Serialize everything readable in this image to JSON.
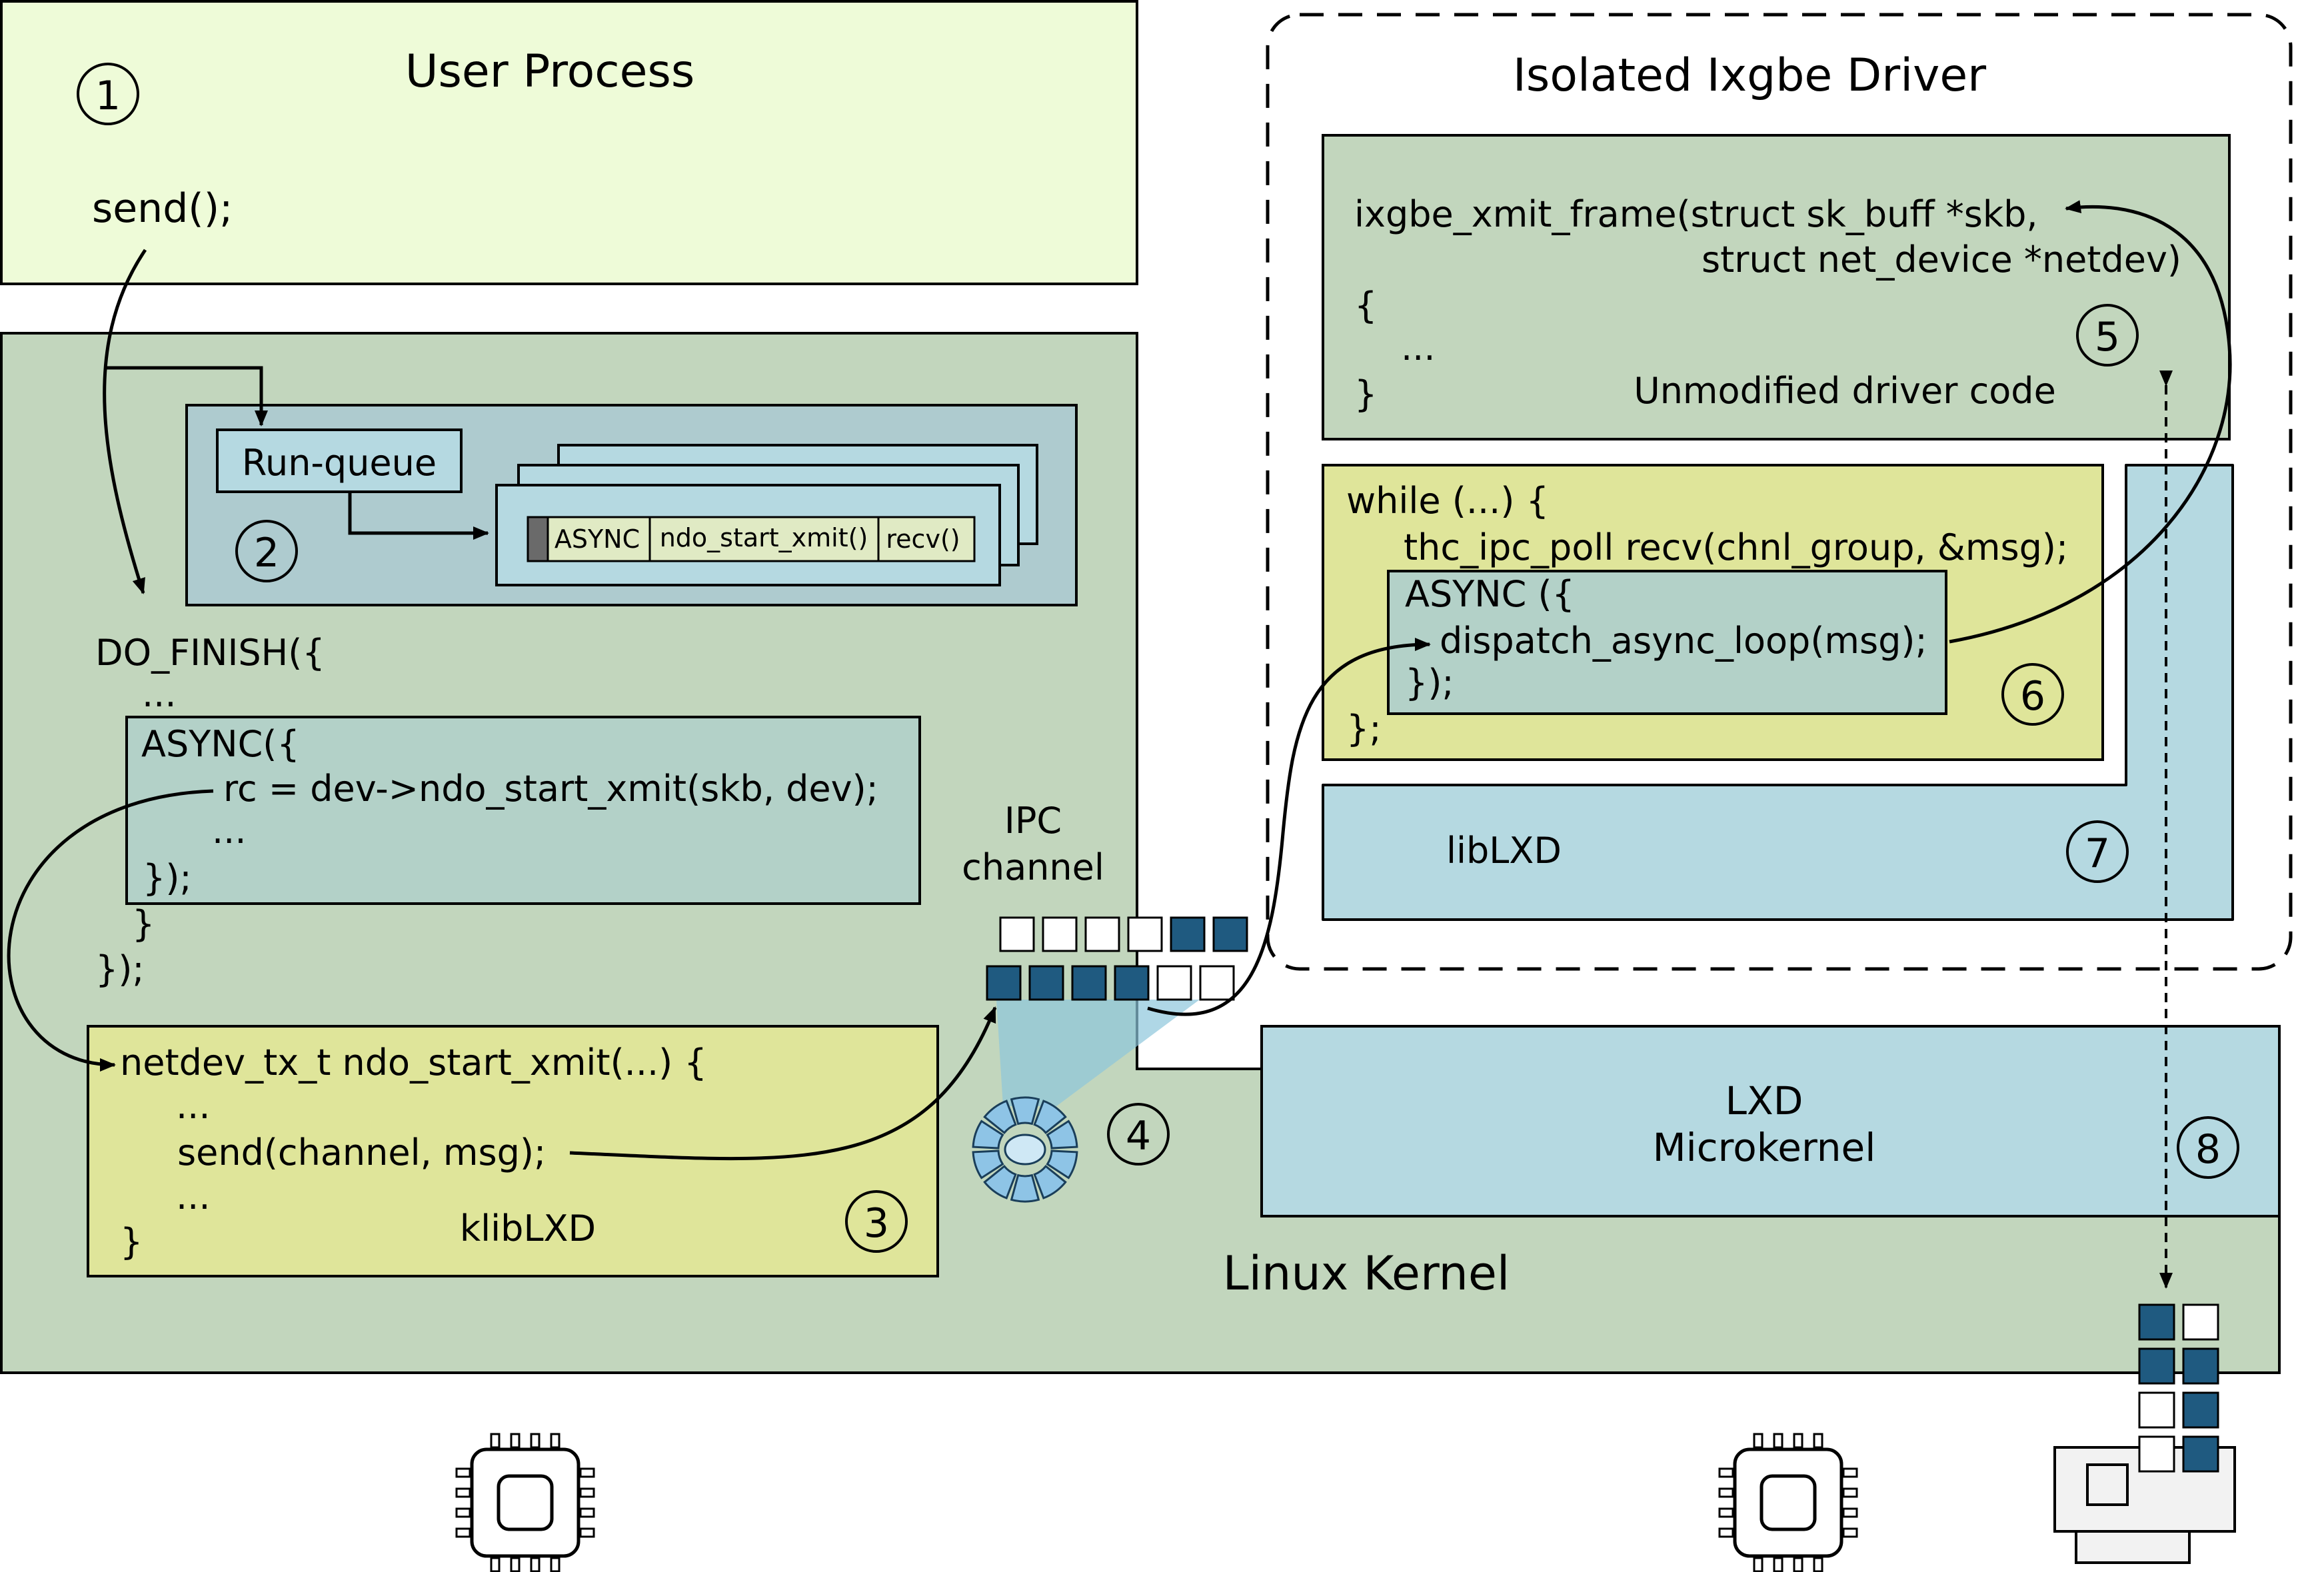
{
  "user_process": {
    "title": "User Process",
    "step": "1",
    "call": "send();"
  },
  "linux_kernel": {
    "title": "Linux Kernel",
    "run_queue": {
      "label": "Run-queue",
      "step": "2",
      "task_fields": [
        "ASYNC",
        "ndo_start_xmit()",
        "recv()"
      ]
    },
    "do_finish": {
      "lines": [
        "DO_FINISH({",
        "...",
        "}",
        "});"
      ],
      "async_lines": [
        "ASYNC({",
        "rc = dev->ndo_start_xmit(skb, dev);",
        "...",
        "});"
      ]
    },
    "klib": {
      "lines": [
        "netdev_tx_t ndo_start_xmit(...) {",
        "...",
        "send(channel, msg);",
        "...",
        "}"
      ],
      "label": "klibLXD",
      "step": "3"
    },
    "ipc": {
      "label_line1": "IPC",
      "label_line2": "channel",
      "step": "4",
      "top_row_slots": [
        "empty",
        "empty",
        "empty",
        "empty",
        "full",
        "full"
      ],
      "bottom_row_slots": [
        "full",
        "full",
        "full",
        "full",
        "empty",
        "empty"
      ]
    },
    "lxd": {
      "line1": "LXD",
      "line2": "Microkernel",
      "step": "8"
    }
  },
  "isolated_driver": {
    "title": "Isolated Ixgbe Driver",
    "driver_code": {
      "lines": [
        "ixgbe_xmit_frame(struct sk_buff *skb,",
        "struct net_device *netdev)",
        "{",
        "...",
        "}"
      ],
      "label": "Unmodified driver code",
      "step": "5"
    },
    "dispatch_loop": {
      "lines": [
        "while (...) {",
        "thc_ipc_poll recv(chnl_group, &msg);",
        "};"
      ],
      "async_lines": [
        "ASYNC ({",
        "dispatch_async_loop(msg);",
        "});"
      ],
      "step": "6"
    },
    "liblxd": {
      "label": "libLXD",
      "step": "7"
    }
  },
  "hardware": {
    "cpu_icons": [
      "cpu-core-left",
      "cpu-core-right"
    ],
    "nic_queue": [
      [
        "full",
        "empty"
      ],
      [
        "full",
        "full"
      ],
      [
        "empty",
        "full"
      ],
      [
        "empty",
        "full"
      ]
    ]
  },
  "colors": {
    "user_process_fill": "#eefbd8",
    "kernel_fill": "#c2d6bd",
    "runqueue_panel_fill": "#aecbcf",
    "light_blue": "#b5d9e1",
    "klib_fill": "#dfe59a",
    "async_box_fill": "#b3d1c8",
    "ring_blue": "#1f5a80"
  }
}
